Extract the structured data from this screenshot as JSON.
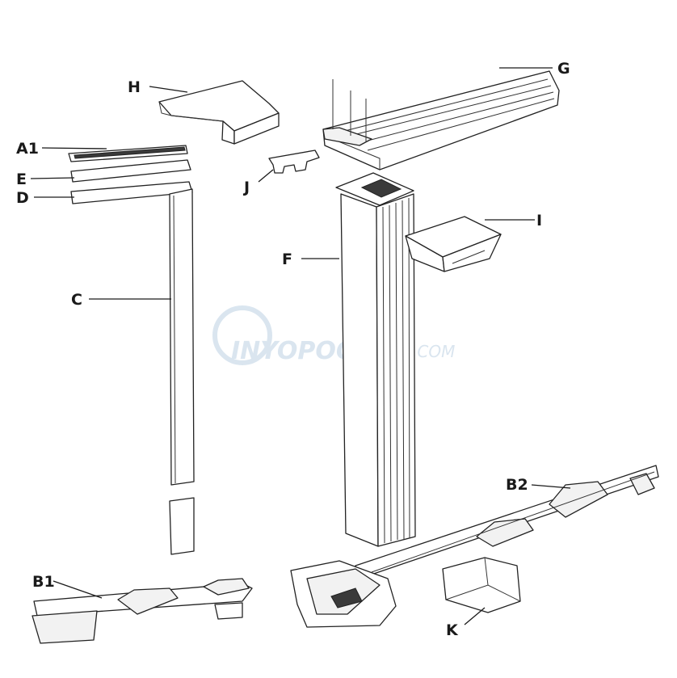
{
  "labels": {
    "h": "H",
    "g": "G",
    "a1": "A1",
    "e": "E",
    "d": "D",
    "j": "J",
    "i": "I",
    "f": "F",
    "c": "C",
    "b2": "B2",
    "b1": "B1",
    "k": "K"
  },
  "watermark": {
    "brand": "INYOPOOLS",
    "suffix": ".COM"
  },
  "colors": {
    "ink": "#222222",
    "watermark": "#d6e3ee"
  }
}
